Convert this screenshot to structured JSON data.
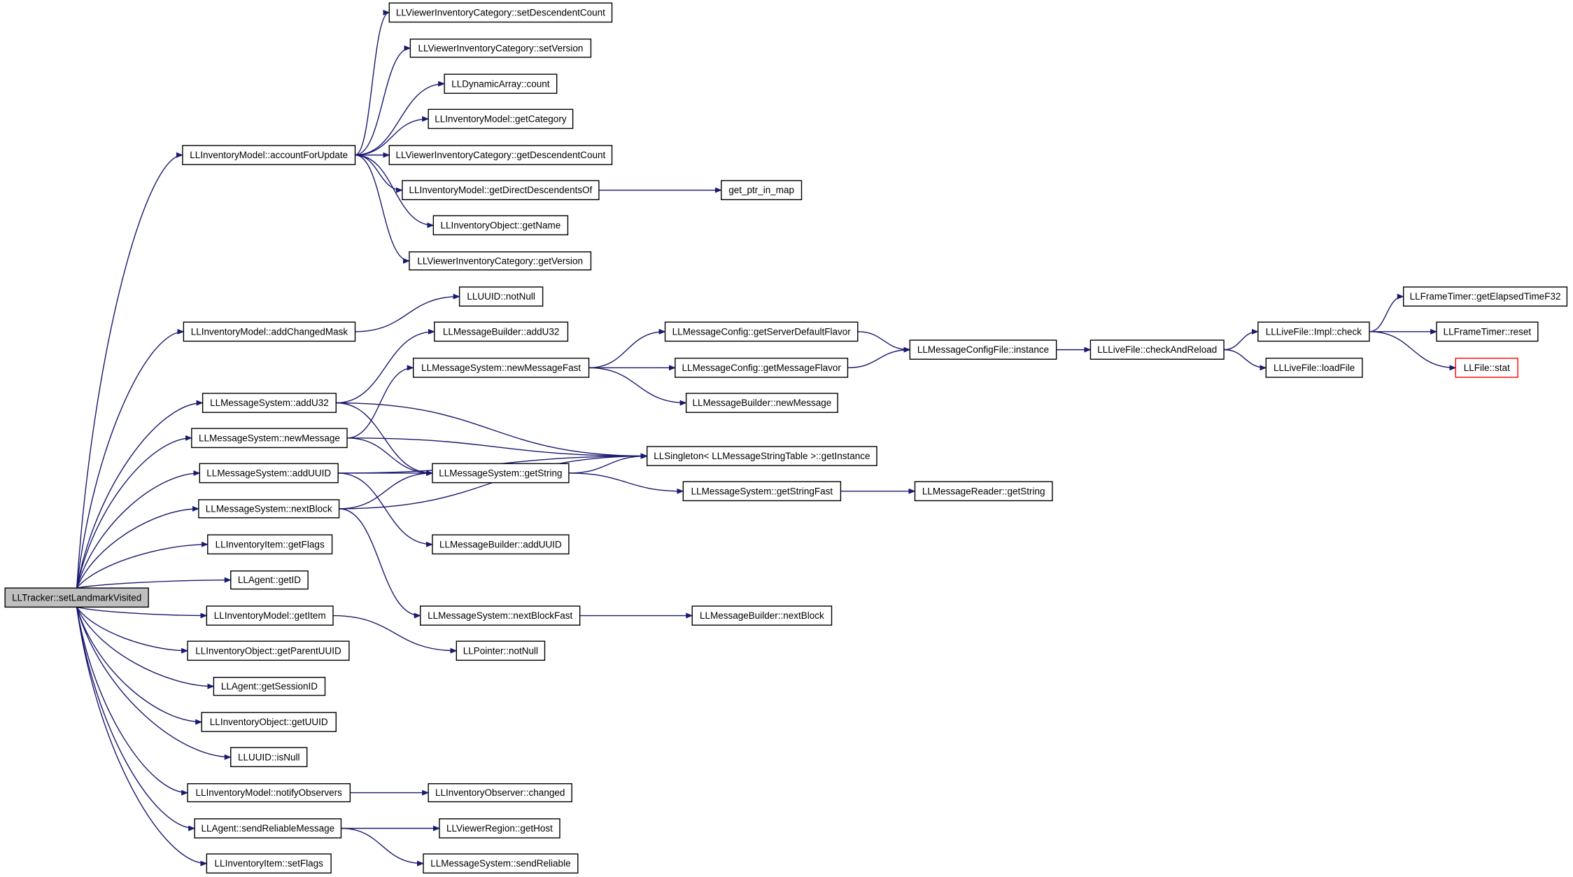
{
  "colors": {
    "edge": "#191970",
    "node_border": "#000000",
    "root_fill": "#bfbfbf",
    "highlight_border": "#ff0000"
  },
  "nodes": [
    {
      "id": "root",
      "label": "LLTracker::setLandmarkVisited",
      "root": true
    },
    {
      "id": "n_acc",
      "label": "LLInventoryModel::accountForUpdate"
    },
    {
      "id": "n_setDesc",
      "label": "LLViewerInventoryCategory::setDescendentCount"
    },
    {
      "id": "n_setVer",
      "label": "LLViewerInventoryCategory::setVersion"
    },
    {
      "id": "n_dyn",
      "label": "LLDynamicArray::count"
    },
    {
      "id": "n_getCat",
      "label": "LLInventoryModel::getCategory"
    },
    {
      "id": "n_getDesc",
      "label": "LLViewerInventoryCategory::getDescendentCount"
    },
    {
      "id": "n_getDirect",
      "label": "LLInventoryModel::getDirectDescendentsOf"
    },
    {
      "id": "n_ptrmap",
      "label": "get_ptr_in_map"
    },
    {
      "id": "n_objName",
      "label": "LLInventoryObject::getName"
    },
    {
      "id": "n_getVer",
      "label": "LLViewerInventoryCategory::getVersion"
    },
    {
      "id": "n_uuidNotNull",
      "label": "LLUUID::notNull"
    },
    {
      "id": "n_addChanged",
      "label": "LLInventoryModel::addChangedMask"
    },
    {
      "id": "n_mbAddU32",
      "label": "LLMessageBuilder::addU32"
    },
    {
      "id": "n_cfgDefault",
      "label": "LLMessageConfig::getServerDefaultFlavor"
    },
    {
      "id": "n_cfgInstance",
      "label": "LLMessageConfigFile::instance"
    },
    {
      "id": "n_checkReload",
      "label": "LLLiveFile::checkAndReload"
    },
    {
      "id": "n_implCheck",
      "label": "LLLiveFile::Impl::check"
    },
    {
      "id": "n_elapsed",
      "label": "LLFrameTimer::getElapsedTimeF32"
    },
    {
      "id": "n_reset",
      "label": "LLFrameTimer::reset"
    },
    {
      "id": "n_stat",
      "label": "LLFile::stat",
      "red": true
    },
    {
      "id": "n_loadFile",
      "label": "LLLiveFile::loadFile"
    },
    {
      "id": "n_newMsgFast",
      "label": "LLMessageSystem::newMessageFast"
    },
    {
      "id": "n_cfgFlavor",
      "label": "LLMessageConfig::getMessageFlavor"
    },
    {
      "id": "n_mbNewMsg",
      "label": "LLMessageBuilder::newMessage"
    },
    {
      "id": "n_msAddU32",
      "label": "LLMessageSystem::addU32"
    },
    {
      "id": "n_msNewMsg",
      "label": "LLMessageSystem::newMessage"
    },
    {
      "id": "n_singleton",
      "label": "LLSingleton< LLMessageStringTable >::getInstance"
    },
    {
      "id": "n_msAddUUID",
      "label": "LLMessageSystem::addUUID"
    },
    {
      "id": "n_msGetString",
      "label": "LLMessageSystem::getString"
    },
    {
      "id": "n_msGetStringFast",
      "label": "LLMessageSystem::getStringFast"
    },
    {
      "id": "n_mrGetString",
      "label": "LLMessageReader::getString"
    },
    {
      "id": "n_msNextBlock",
      "label": "LLMessageSystem::nextBlock"
    },
    {
      "id": "n_itemGetFlags",
      "label": "LLInventoryItem::getFlags"
    },
    {
      "id": "n_mbAddUUID",
      "label": "LLMessageBuilder::addUUID"
    },
    {
      "id": "n_agentGetID",
      "label": "LLAgent::getID"
    },
    {
      "id": "n_modelGetItem",
      "label": "LLInventoryModel::getItem"
    },
    {
      "id": "n_nextBlockFast",
      "label": "LLMessageSystem::nextBlockFast"
    },
    {
      "id": "n_mbNextBlock",
      "label": "LLMessageBuilder::nextBlock"
    },
    {
      "id": "n_objParent",
      "label": "LLInventoryObject::getParentUUID"
    },
    {
      "id": "n_ptrNotNull",
      "label": "LLPointer::notNull"
    },
    {
      "id": "n_sessionID",
      "label": "LLAgent::getSessionID"
    },
    {
      "id": "n_objUUID",
      "label": "LLInventoryObject::getUUID"
    },
    {
      "id": "n_isNull",
      "label": "LLUUID::isNull"
    },
    {
      "id": "n_notify",
      "label": "LLInventoryModel::notifyObservers"
    },
    {
      "id": "n_changed",
      "label": "LLInventoryObserver::changed"
    },
    {
      "id": "n_sendReliableMsg",
      "label": "LLAgent::sendReliableMessage"
    },
    {
      "id": "n_getHost",
      "label": "LLViewerRegion::getHost"
    },
    {
      "id": "n_sendReliable",
      "label": "LLMessageSystem::sendReliable"
    },
    {
      "id": "n_itemSetFlags",
      "label": "LLInventoryItem::setFlags"
    }
  ]
}
